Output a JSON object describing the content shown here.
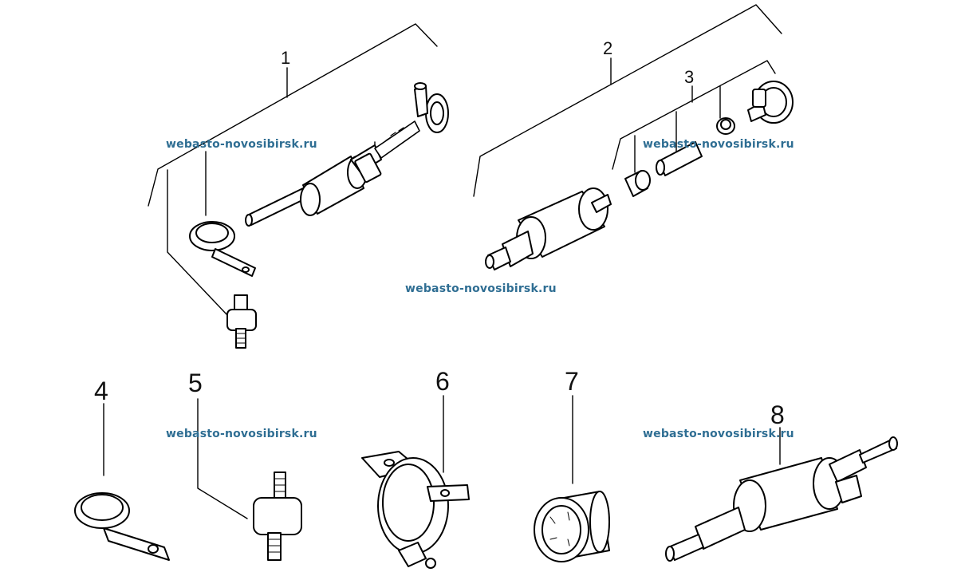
{
  "watermark": "webasto-novosibirsk.ru",
  "callouts": {
    "c1": "1",
    "c2": "2",
    "c3": "3",
    "c4": "4",
    "c5": "5",
    "c6": "6",
    "c7": "7",
    "c8": "8"
  },
  "colors": {
    "watermark": "#2f6e93",
    "line": "#000000"
  }
}
